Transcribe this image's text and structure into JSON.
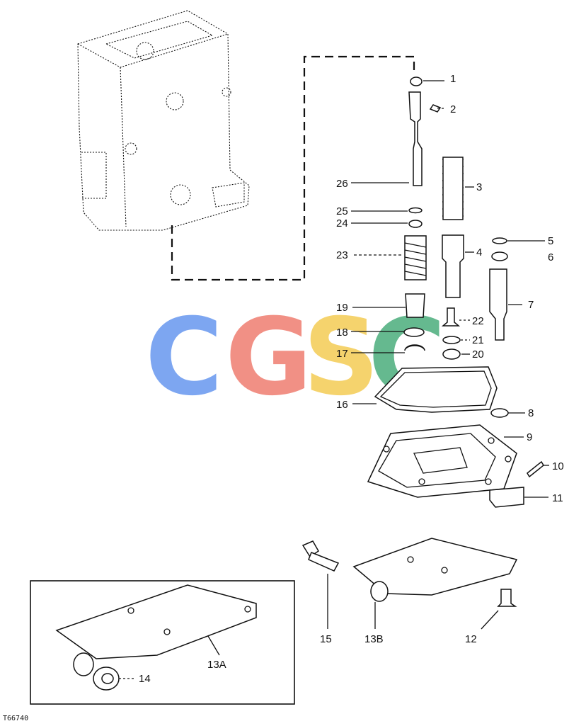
{
  "diagram": {
    "drawing_code": "T66740",
    "callouts": [
      "1",
      "2",
      "3",
      "4",
      "5",
      "6",
      "7",
      "8",
      "9",
      "10",
      "11",
      "12",
      "13A",
      "13B",
      "14",
      "15",
      "16",
      "17",
      "18",
      "19",
      "20",
      "21",
      "22",
      "23",
      "24",
      "25",
      "26"
    ],
    "callout_18_color": "#b07d00"
  },
  "watermark": {
    "letters": [
      "C",
      "G",
      "S",
      "C"
    ],
    "colors": [
      "#6f9df0",
      "#f08478",
      "#f5cf5e",
      "#55b283"
    ]
  }
}
